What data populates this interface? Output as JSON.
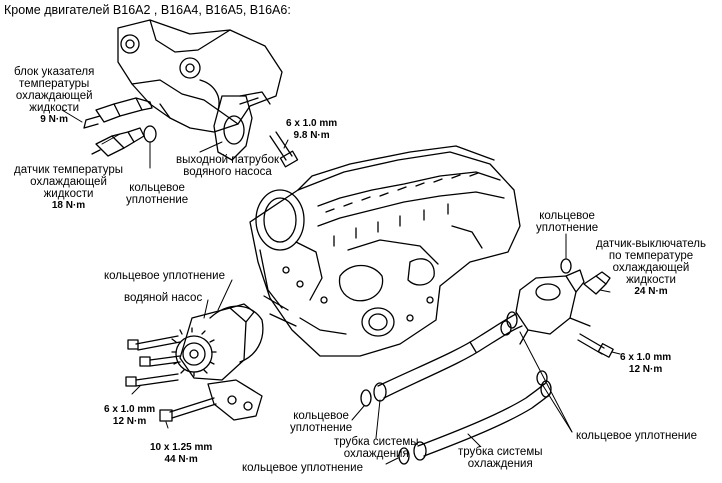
{
  "title": "Кроме  двигателей B16A2 , B16A4, B16A5, B16A6:",
  "labels": {
    "temp_gauge_unit": {
      "l1": "блок указателя",
      "l2": "температуры",
      "l3": "охлаждающей",
      "l4": "жидкости",
      "torque": "9 N·m"
    },
    "temp_sensor": {
      "l1": "датчик температуры",
      "l2": "охлаждающей",
      "l3": "жидкости",
      "torque": "18 N·m"
    },
    "o_ring_top": {
      "l1": "кольцевое",
      "l2": "уплотнение"
    },
    "water_outlet": {
      "l1": "выходной патрубок",
      "l2": "водяного насоса"
    },
    "bolt_top": {
      "spec": "6 x 1.0 mm",
      "torque": "9.8 N·m"
    },
    "o_ring_right_top": {
      "l1": "кольцевое",
      "l2": "уплотнение"
    },
    "thermo_switch": {
      "l1": "датчик-выключатель",
      "l2": "по температуре",
      "l3": "охлаждающей",
      "l4": "жидкости",
      "torque": "24 N·m"
    },
    "o_ring_pump": {
      "l1": "кольцевое уплотнение"
    },
    "water_pump": {
      "l1": "водяной насос"
    },
    "bolt_right": {
      "spec": "6 x 1.0 mm",
      "torque": "12 N·m"
    },
    "bolt_left": {
      "spec": "6 x 1.0 mm",
      "torque": "12 N·m"
    },
    "bolt_bottom": {
      "spec": "10 x 1.25 mm",
      "torque": "44 N·m"
    },
    "o_ring_mid": {
      "l1": "кольцевое",
      "l2": "уплотнение"
    },
    "coolant_pipe_1": {
      "l1": "трубка системы",
      "l2": "охлаждения"
    },
    "coolant_pipe_2": {
      "l1": "трубка системы",
      "l2": "охлаждения"
    },
    "o_ring_bottom_right": {
      "l1": "кольцевое уплотнение"
    },
    "o_ring_bottom": {
      "l1": "кольцевое уплотнение"
    }
  }
}
